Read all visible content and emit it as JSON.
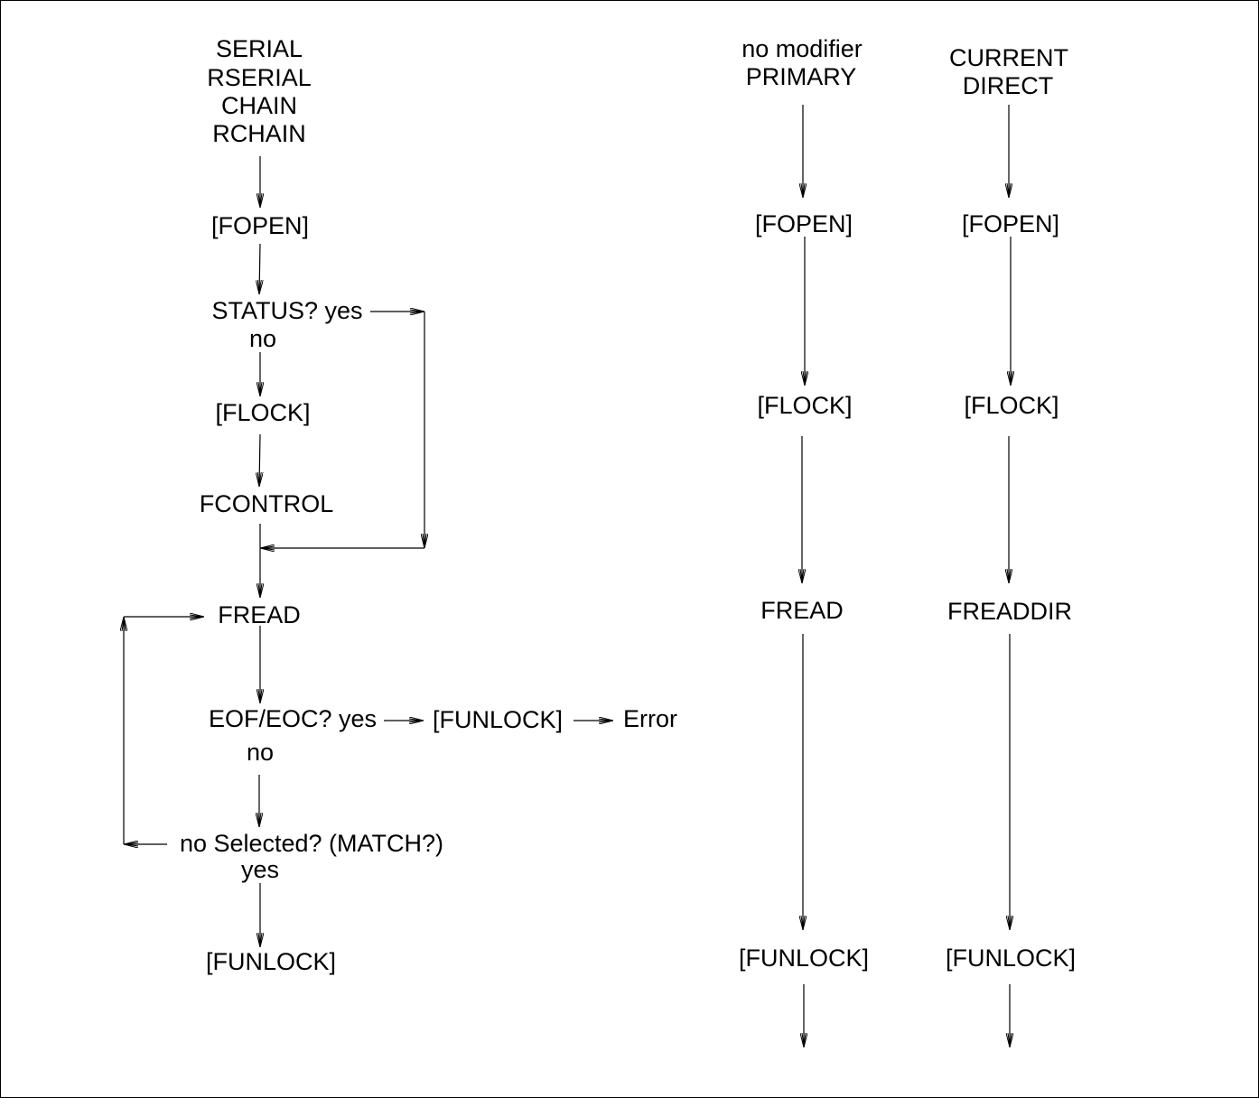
{
  "left_flow": {
    "start_lines": [
      "SERIAL",
      "RSERIAL",
      "CHAIN",
      "RCHAIN"
    ],
    "fopen": "[FOPEN]",
    "status_q": "STATUS? yes",
    "status_no": "no",
    "flock": "[FLOCK]",
    "fcontrol": "FCONTROL",
    "fread": "FREAD",
    "eof_q": "EOF/EOC? yes",
    "eof_funlock": "[FUNLOCK]",
    "error": "Error",
    "eof_no": "no",
    "selected_q": "no Selected? (MATCH?)",
    "selected_yes": "yes",
    "funlock": "[FUNLOCK]"
  },
  "middle_flow": {
    "start_lines": [
      "no modifier",
      "PRIMARY"
    ],
    "fopen": "[FOPEN]",
    "flock": "[FLOCK]",
    "fread": "FREAD",
    "funlock": "[FUNLOCK]"
  },
  "right_flow": {
    "start_lines": [
      "CURRENT",
      "DIRECT"
    ],
    "fopen": "[FOPEN]",
    "flock": "[FLOCK]",
    "freaddir": "FREADDIR",
    "funlock": "[FUNLOCK]"
  }
}
